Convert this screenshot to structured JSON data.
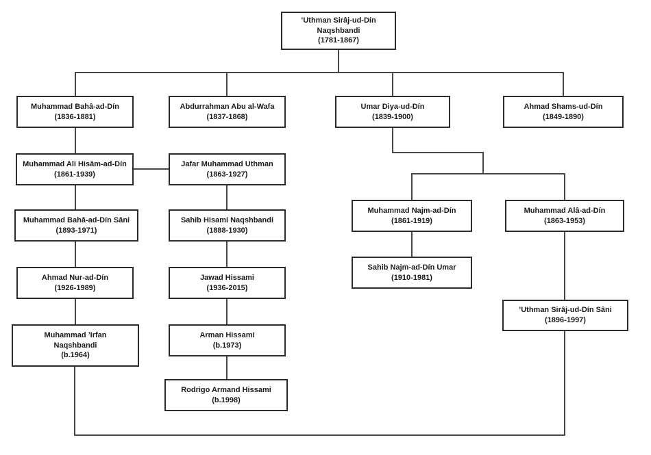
{
  "diagram": {
    "kind": "family-tree",
    "colors": {
      "background": "#ffffff",
      "box_border": "#2b2b2b",
      "text": "#1a1a1a",
      "connector": "#474747"
    }
  },
  "nodes": [
    {
      "name": "’Uthman Sirâj-ud-Dín Naqshbandi",
      "years": "(1781-1867)"
    },
    {
      "name": "Muhammad Bahâ-ad-Dín",
      "years": "(1836-1881)"
    },
    {
      "name": "Abdurrahman Abu al-Wafa",
      "years": "(1837-1868)"
    },
    {
      "name": "Umar Diya-ud-Dín",
      "years": "(1839-1900)"
    },
    {
      "name": "Ahmad Shams-ud-Dín",
      "years": "(1849-1890)"
    },
    {
      "name": "Muhammad Ali Hisâm-ad-Dín",
      "years": "(1861-1939)"
    },
    {
      "name": "Jafar Muhammad Uthman",
      "years": "(1863-1927)"
    },
    {
      "name": "Muhammad Bahâ-ad-Dín Sâni",
      "years": "(1893-1971)"
    },
    {
      "name": "Sahib Hisami Naqshbandi",
      "years": "(1888-1930)"
    },
    {
      "name": "Muhammad Najm-ad-Dín",
      "years": "(1861-1919)"
    },
    {
      "name": "Muhammad Alâ-ad-Dín",
      "years": "(1863-1953)"
    },
    {
      "name": "Ahmad Nur-ad-Dín",
      "years": "(1926-1989)"
    },
    {
      "name": "Jawad Hissami",
      "years": "(1936-2015)"
    },
    {
      "name": "Sahib Najm-ad-Dín Umar",
      "years": "(1910-1981)"
    },
    {
      "name": "’Uthman Sirâj-ud-Dín Sâni",
      "years": "(1896-1997)"
    },
    {
      "name": "Muhammad ’Irfan Naqshbandi",
      "years": "(b.1964)"
    },
    {
      "name": "Arman Hissami",
      "years": "(b.1973)"
    },
    {
      "name": "Rodrigo Armand Hissami",
      "years": "(b.1998)"
    }
  ]
}
